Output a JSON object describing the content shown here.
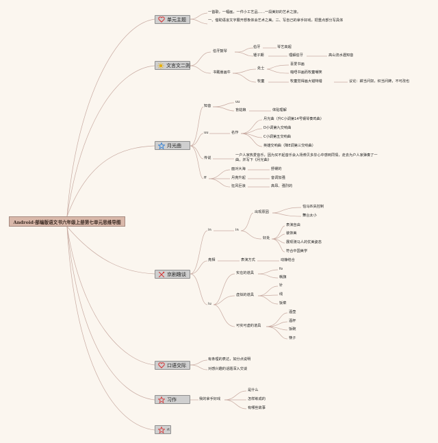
{
  "root": "Android·部编版语文书六年级上册第七单元思维导图",
  "topics": {
    "t1": "单元主题",
    "t2": "文言文二则",
    "t3": "月光曲",
    "t4": "京剧趣谈",
    "t5": "口语交际",
    "t6": "习作",
    "t7": "rt"
  },
  "unit": {
    "line1": "一首歌，一幅画，一件小工艺品……一段美好的艺术之旅。",
    "line2": "一、借助语言文字展开想象体会艺术之美。二、写自己的拿手好戏，把重点部分写具体"
  },
  "wenyan": {
    "boya": "伯牙鼓琴",
    "boya_c1": "伯牙",
    "boya_c1a": "琴艺高超",
    "boya_c2": "锺子期",
    "boya_c2a": "理解伯牙",
    "boya_c2b": "高山流水遇知音",
    "shu": "书戴嵩画牛",
    "shu_c1": "处士",
    "shu_c1a": "喜爱书画",
    "shu_c1b": "啪唔书画而牧童嘲笑",
    "shu_c2": "牧童",
    "shu_c2a": "牧童觉得画大错特错",
    "shu_c2b": "议论：耕当问奴，织当问婢，不可改也"
  },
  "moon": {
    "zhiyin": "知音",
    "zhiyin_a": "uu",
    "zhiyin_b": "盲姑娘",
    "zhiyin_b1": "体贴理解",
    "uu": "uu",
    "mingqu": "名作",
    "mq1": "月光曲（升C小调第14号钢琴奏鸣曲）",
    "mq2": "D小调第九交响曲",
    "mq3": "C小调第五交响曲",
    "mq4": "英雄交响曲（降E调第三交响曲）",
    "chuanshuo": "传说",
    "chuanshuo_text": "一户人家热爱音乐，因为买不起音乐会入场券贝多芬心中感到同情，走去为户人家弹奏了一曲，并写下《月光曲》",
    "ff": "ff",
    "ff1": "面对大海",
    "ff1a": "舒缓的",
    "ff2": "月亮升起",
    "ff2a": "音调加强",
    "ff3": "狂风巨浪",
    "ff3a": "高昂、强烈的"
  },
  "opera": {
    "in": "in",
    "in2": "in",
    "chuxian": "出现原因",
    "cx1": "怕马匹失控制",
    "cx2": "舞台太小",
    "haochu": "好处",
    "hc1": "表演自由",
    "hc2": "装饰美",
    "hc3": "展现骑马人的优美姿态",
    "hc4": "符合中国美学",
    "liangxiang": "亮相",
    "biaoyan": "表演方式",
    "dongjing": "动静结合",
    "iu": "iu",
    "shizai": "实在的道具",
    "sz1": "fo",
    "sz2": "戟旗",
    "xuni": "虚拟的道具",
    "xn1": "针",
    "xn2": "线",
    "xn3": "饭菜",
    "kexu": "可实可虚的道具",
    "kx1": "酒壶",
    "kx2": "酒杯",
    "kx3": "饭碗",
    "kx4": "筷子"
  },
  "oral": {
    "line1": "有条理的表达，如分点说明",
    "line2": "对感兴趣的话题深入交谈"
  },
  "writing": {
    "main": "我的拿手好戏",
    "w1": "是什么",
    "w2": "怎样练成的",
    "w3": "有哪些故事"
  },
  "colors": {
    "background": "#fbf6ef",
    "root_fill": "#d9b8aa",
    "topic_fill": "#cfcfcf",
    "line": "#c7a9a0",
    "icon_red": "#d43a3a",
    "icon_blue": "#2f7fd6",
    "icon_gold": "#e8b000"
  },
  "icons": {
    "t1": "heart-icon",
    "t2": "sun-icon",
    "t3": "star-icon",
    "t4": "tools-icon",
    "t5": "heart-icon",
    "t6": "star-icon",
    "t7": "star-icon"
  }
}
